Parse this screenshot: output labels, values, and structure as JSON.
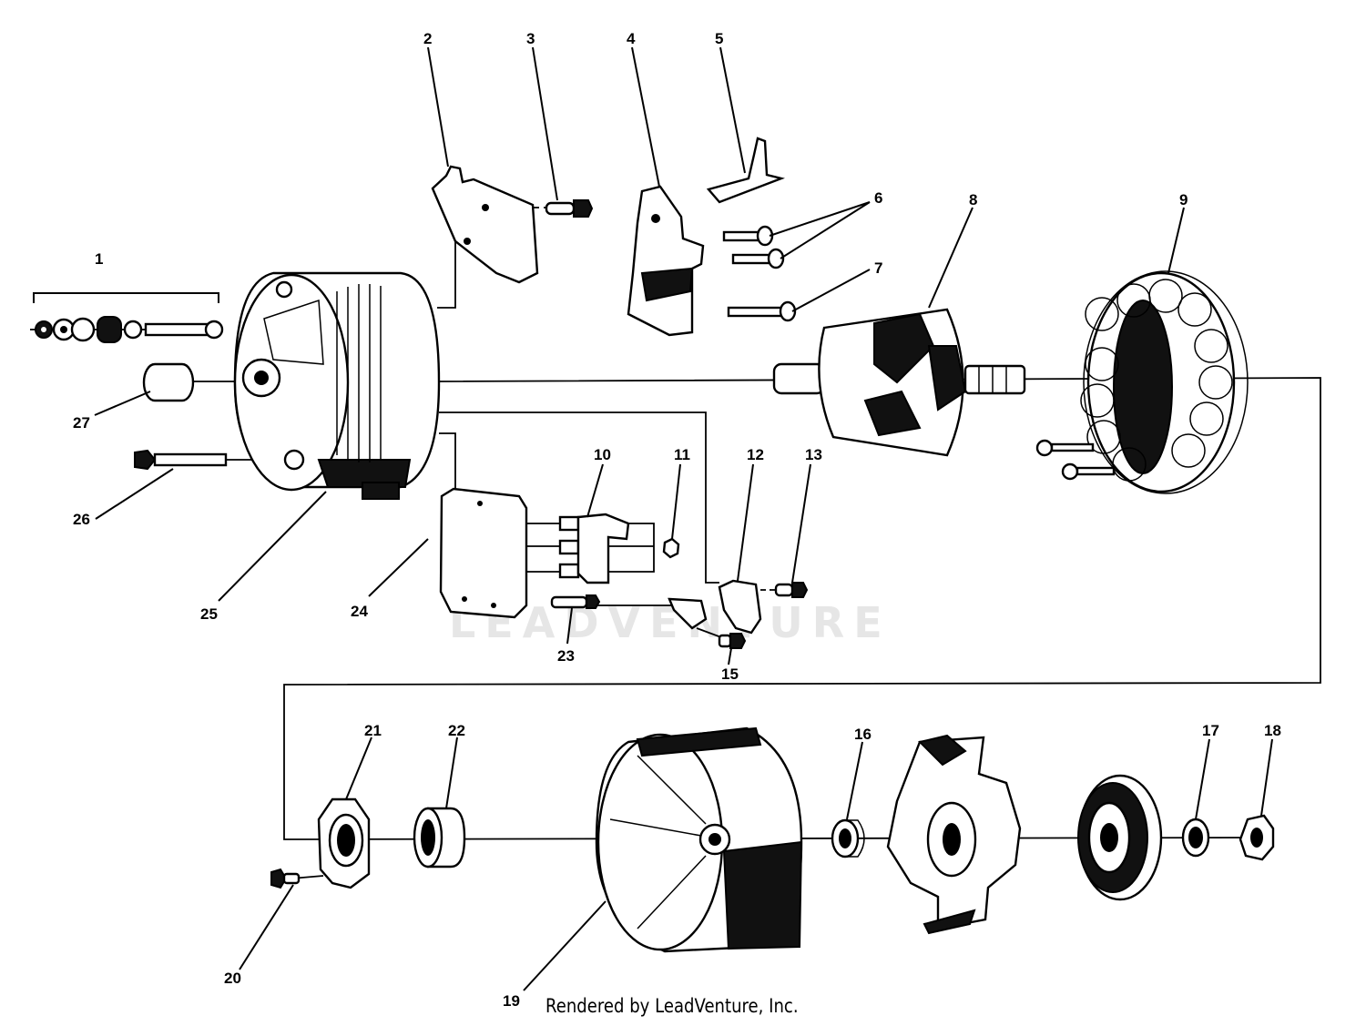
{
  "watermark": {
    "text": "LEADVENTURE"
  },
  "footer": {
    "text": "Rendered by LeadVenture, Inc."
  },
  "callouts": [
    "1",
    "2",
    "3",
    "4",
    "5",
    "6",
    "7",
    "8",
    "9",
    "10",
    "11",
    "12",
    "13",
    "15",
    "16",
    "17",
    "18",
    "19",
    "20",
    "21",
    "22",
    "23",
    "24",
    "25",
    "26",
    "27"
  ],
  "parts": [
    {
      "ref": "1",
      "icon": "mounting-hardware-kit-icon"
    },
    {
      "ref": "2",
      "icon": "regulator-bracket-icon"
    },
    {
      "ref": "3",
      "icon": "screw-icon"
    },
    {
      "ref": "4",
      "icon": "brush-holder-icon"
    },
    {
      "ref": "5",
      "icon": "terminal-strap-icon"
    },
    {
      "ref": "6",
      "icon": "screw-icon"
    },
    {
      "ref": "7",
      "icon": "screw-icon"
    },
    {
      "ref": "8",
      "icon": "rotor-icon"
    },
    {
      "ref": "9",
      "icon": "stator-icon"
    },
    {
      "ref": "10",
      "icon": "diode-trio-icon"
    },
    {
      "ref": "11",
      "icon": "nut-icon"
    },
    {
      "ref": "12",
      "icon": "capacitor-icon"
    },
    {
      "ref": "13",
      "icon": "screw-icon"
    },
    {
      "ref": "15",
      "icon": "screw-icon"
    },
    {
      "ref": "16",
      "icon": "spacer-icon"
    },
    {
      "ref": "17",
      "icon": "washer-icon"
    },
    {
      "ref": "18",
      "icon": "nut-icon"
    },
    {
      "ref": "19",
      "icon": "drive-end-frame-icon"
    },
    {
      "ref": "20",
      "icon": "screw-icon"
    },
    {
      "ref": "21",
      "icon": "bearing-retainer-icon"
    },
    {
      "ref": "22",
      "icon": "bearing-icon"
    },
    {
      "ref": "23",
      "icon": "screw-icon"
    },
    {
      "ref": "24",
      "icon": "rectifier-bridge-icon"
    },
    {
      "ref": "25",
      "icon": "slip-ring-end-frame-icon"
    },
    {
      "ref": "26",
      "icon": "through-bolt-icon"
    },
    {
      "ref": "27",
      "icon": "bushing-icon"
    }
  ]
}
